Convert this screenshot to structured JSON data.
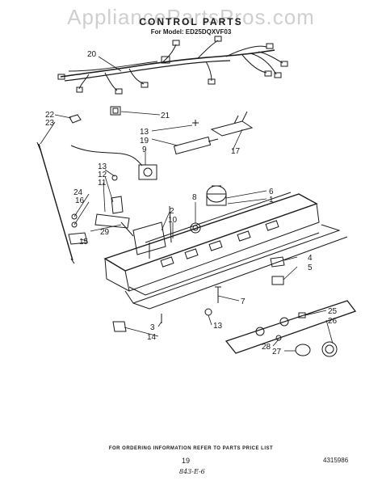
{
  "watermark": "AppliancePartsPros.com",
  "header": {
    "title": "CONTROL PARTS",
    "model": "For Model: ED25DQXVF03"
  },
  "callouts": {
    "c1": "1",
    "c2": "2",
    "c3": "3",
    "c4": "4",
    "c5": "5",
    "c6": "6",
    "c7": "7",
    "c8": "8",
    "c9": "9",
    "c10": "10",
    "c11": "11",
    "c12": "12",
    "c13a": "13",
    "c13b": "13",
    "c13c": "13",
    "c14": "14",
    "c15": "15",
    "c16": "16",
    "c17": "17",
    "c19": "19",
    "c20": "20",
    "c21": "21",
    "c22": "22",
    "c23": "23",
    "c24": "24",
    "c25": "25",
    "c26": "26",
    "c27": "27",
    "c28": "28",
    "c29": "29"
  },
  "footer": {
    "ordering_info": "FOR ORDERING INFORMATION REFER TO PARTS PRICE LIST",
    "page_number": "19",
    "document_number": "4315986",
    "handwritten_note": "843-E-6"
  }
}
